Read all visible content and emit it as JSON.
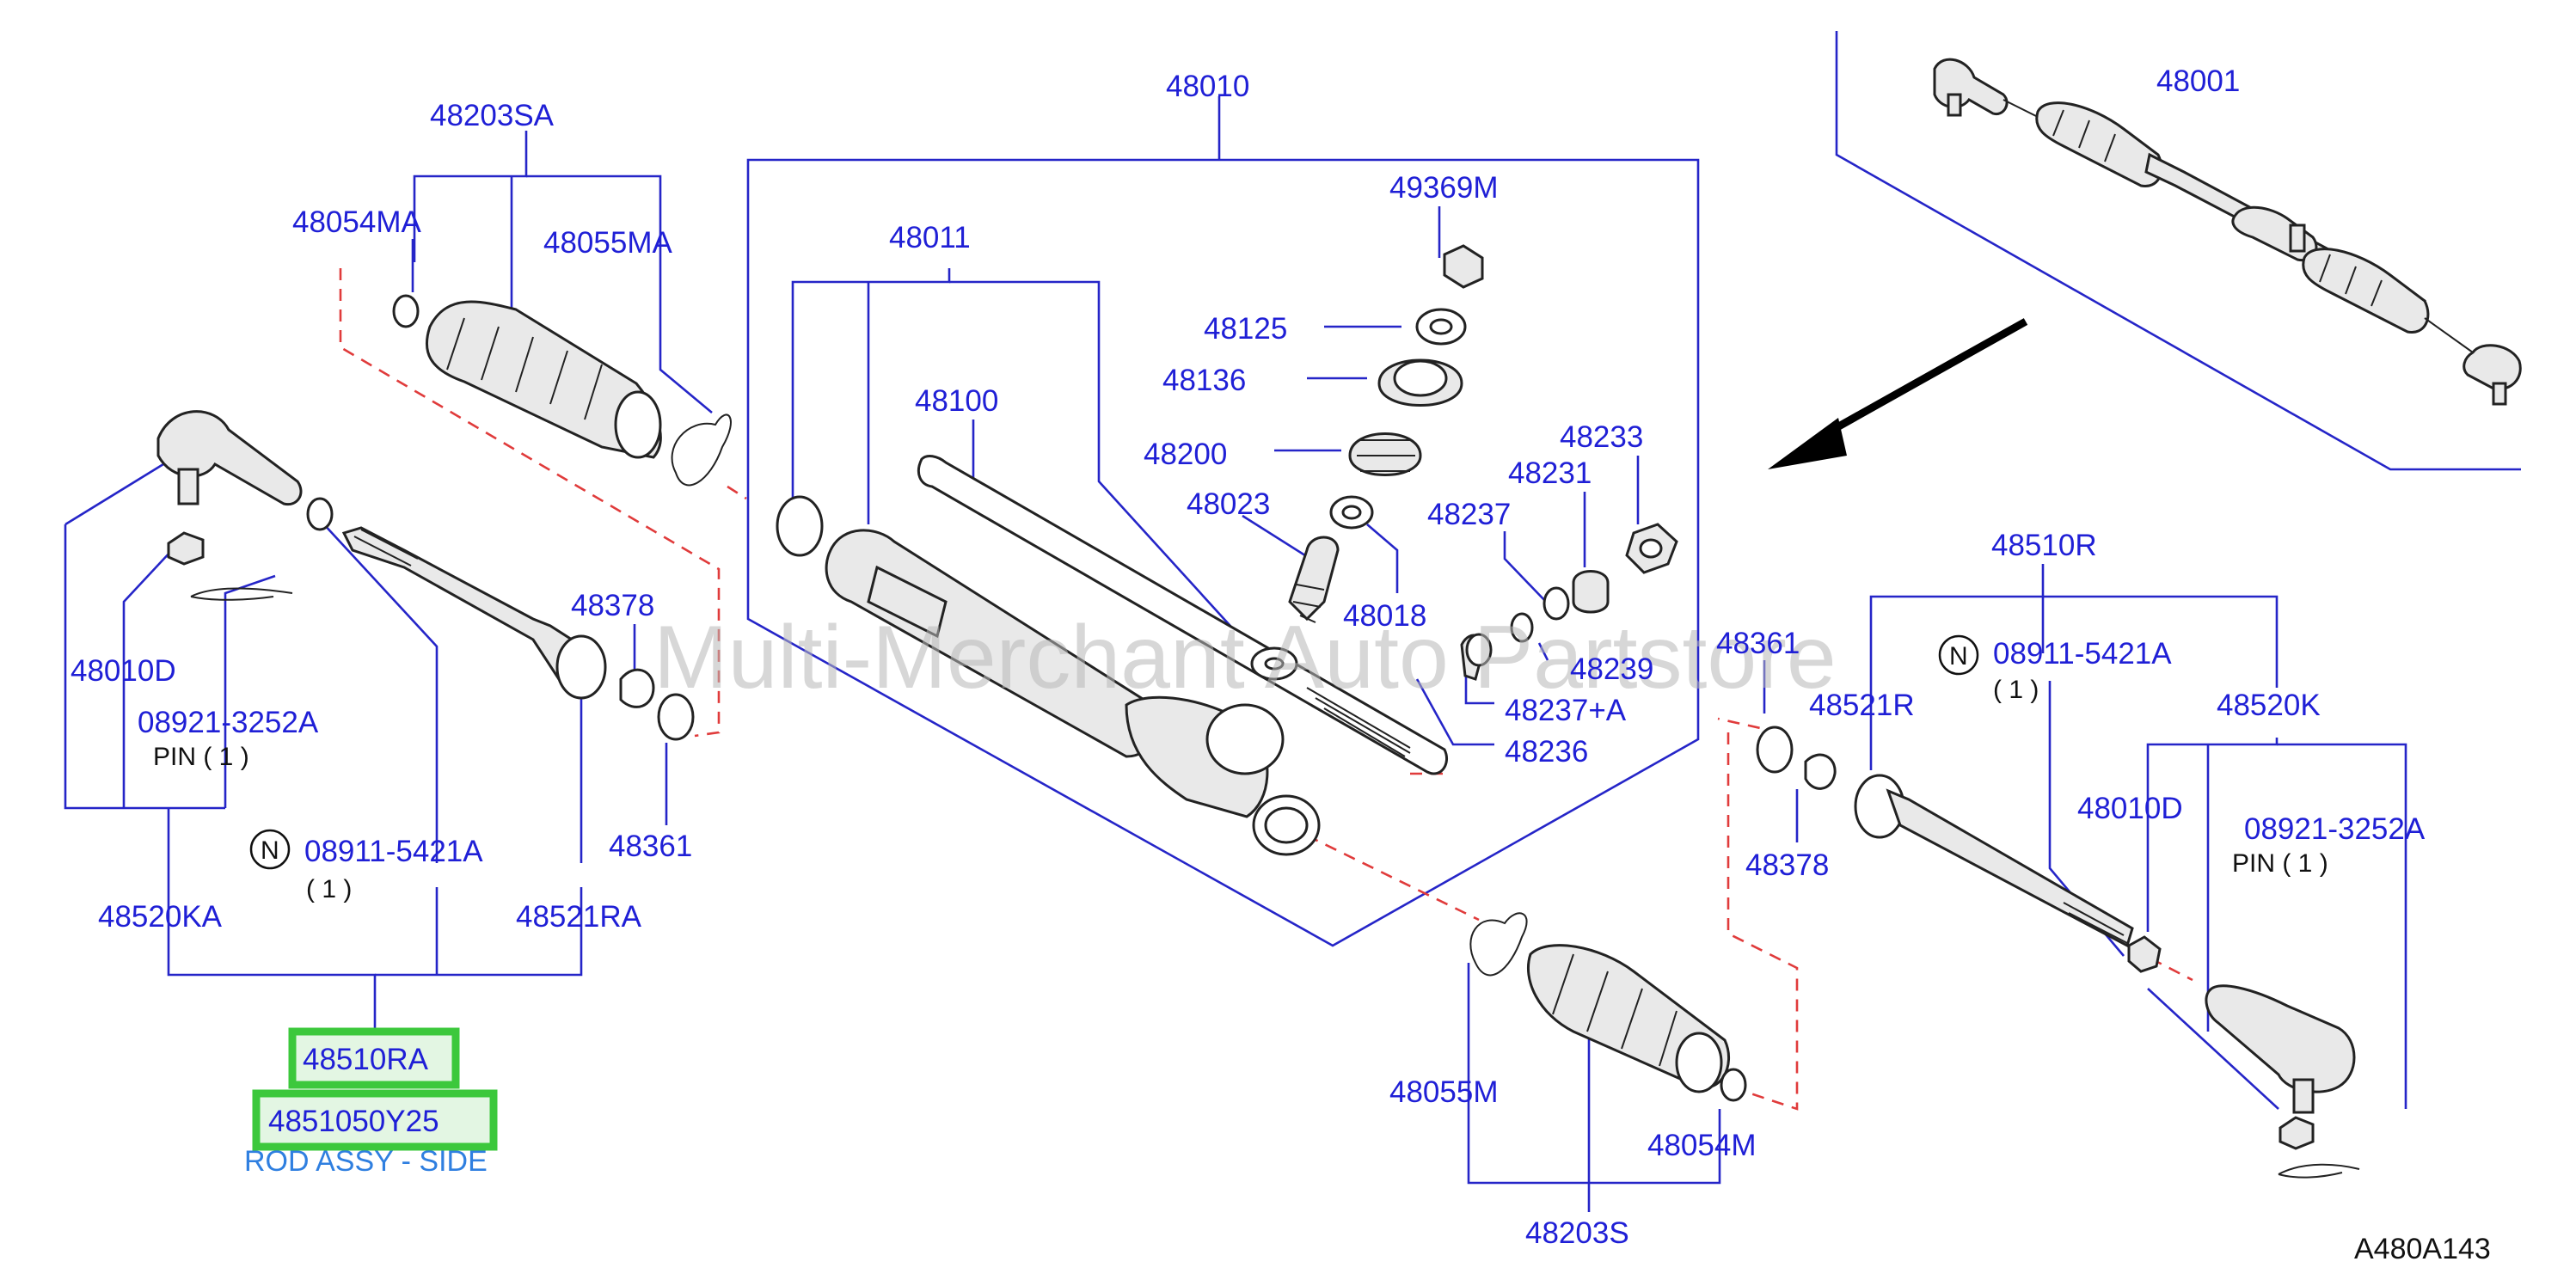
{
  "diagram": {
    "watermark": "Multi-Merchant Auto Partstore",
    "reference_code": "A480A143",
    "highlight_color": "#3cc83c",
    "label_color": "#1f1fd6",
    "leader_color": "#2525c8",
    "dash_color": "#e03b3b",
    "labels": {
      "p48010": "48010",
      "p48001": "48001",
      "p48203SA": "48203SA",
      "p48054MA": "48054MA",
      "p48055MA": "48055MA",
      "p48011": "48011",
      "p49369M": "49369M",
      "p48125": "48125",
      "p48136": "48136",
      "p48100": "48100",
      "p48200": "48200",
      "p48233": "48233",
      "p48231": "48231",
      "p48237": "48237",
      "p48023": "48023",
      "p48018": "48018",
      "p48378_left": "48378",
      "p48239": "48239",
      "p48237A": "48237+A",
      "p48236": "48236",
      "p48361_left": "48361",
      "p48010D_left": "48010D",
      "p08921_left": "08921-3252A",
      "pin_left": "PIN  (   1   )",
      "n_left": "N",
      "p08911_left": "08911-5421A",
      "qty_08911_left": "(   1    )",
      "p48520KA": "48520KA",
      "p48521RA": "48521RA",
      "p48510RA": "48510RA",
      "p4851050Y25": "4851050Y25",
      "part_desc": "ROD ASSY - SIDE",
      "p48510R": "48510R",
      "p48361_right": "48361",
      "n_right": "N",
      "p08911_right": "08911-5421A",
      "qty_08911_right": "(   1    )",
      "p48521R": "48521R",
      "p48520K": "48520K",
      "p48010D_right": "48010D",
      "p08921_right": "08921-3252A",
      "pin_right": "PIN     (   1   )",
      "p48378_right": "48378",
      "p48055M": "48055M",
      "p48054M": "48054M",
      "p48203S": "48203S"
    }
  }
}
